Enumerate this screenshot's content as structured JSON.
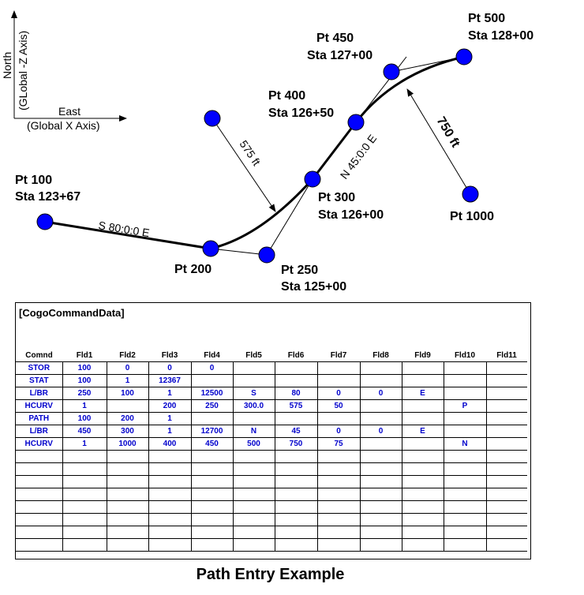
{
  "axes": {
    "north_line1": "North",
    "north_line2": "(GLobal -Z Axis)",
    "east_line1": "East",
    "east_line2": "(Global X Axis)"
  },
  "points": {
    "pt100": "Pt 100",
    "sta100": "Sta 123+67",
    "pt200": "Pt 200",
    "pt250": "Pt 250",
    "sta250": "Sta 125+00",
    "pt300": "Pt 300",
    "sta300": "Sta 126+00",
    "pt400": "Pt 400",
    "sta400": "Sta 126+50",
    "pt450": "Pt 450",
    "sta450": "Sta 127+00",
    "pt500": "Pt 500",
    "sta500": "Sta 128+00",
    "pt1000": "Pt 1000"
  },
  "dimensions": {
    "bearing1": "S 80:0:0 E",
    "bearing2": "N 45:0:0 E",
    "radius1": "575 ft",
    "radius2": "750 ft"
  },
  "colors": {
    "point_fill": "#0000ff",
    "table_value": "#0000cc"
  },
  "table": {
    "title": "[CogoCommandData]",
    "headers": [
      "Comnd",
      "Fld1",
      "Fld2",
      "Fld3",
      "Fld4",
      "Fld5",
      "Fld6",
      "Fld7",
      "Fld8",
      "Fld9",
      "Fld10",
      "Fld11"
    ],
    "rows": [
      [
        "STOR",
        "100",
        "0",
        "0",
        "0",
        "",
        "",
        "",
        "",
        "",
        "",
        ""
      ],
      [
        "STAT",
        "100",
        "1",
        "12367",
        "",
        "",
        "",
        "",
        "",
        "",
        "",
        ""
      ],
      [
        "L/BR",
        "250",
        "100",
        "1",
        "12500",
        "S",
        "80",
        "0",
        "0",
        "E",
        "",
        ""
      ],
      [
        "HCURV",
        "1",
        "",
        "200",
        "250",
        "300.0",
        "575",
        "50",
        "",
        "",
        "P",
        ""
      ],
      [
        "PATH",
        "100",
        "200",
        "1",
        "",
        "",
        "",
        "",
        "",
        "",
        "",
        ""
      ],
      [
        "L/BR",
        "450",
        "300",
        "1",
        "12700",
        "N",
        "45",
        "0",
        "0",
        "E",
        "",
        ""
      ],
      [
        "HCURV",
        "1",
        "1000",
        "400",
        "450",
        "500",
        "750",
        "75",
        "",
        "",
        "N",
        ""
      ],
      [
        "",
        "",
        "",
        "",
        "",
        "",
        "",
        "",
        "",
        "",
        "",
        ""
      ],
      [
        "",
        "",
        "",
        "",
        "",
        "",
        "",
        "",
        "",
        "",
        "",
        ""
      ],
      [
        "",
        "",
        "",
        "",
        "",
        "",
        "",
        "",
        "",
        "",
        "",
        ""
      ],
      [
        "",
        "",
        "",
        "",
        "",
        "",
        "",
        "",
        "",
        "",
        "",
        ""
      ],
      [
        "",
        "",
        "",
        "",
        "",
        "",
        "",
        "",
        "",
        "",
        "",
        ""
      ],
      [
        "",
        "",
        "",
        "",
        "",
        "",
        "",
        "",
        "",
        "",
        "",
        ""
      ],
      [
        "",
        "",
        "",
        "",
        "",
        "",
        "",
        "",
        "",
        "",
        "",
        ""
      ],
      [
        "",
        "",
        "",
        "",
        "",
        "",
        "",
        "",
        "",
        "",
        "",
        ""
      ]
    ]
  },
  "caption": "Path Entry Example"
}
